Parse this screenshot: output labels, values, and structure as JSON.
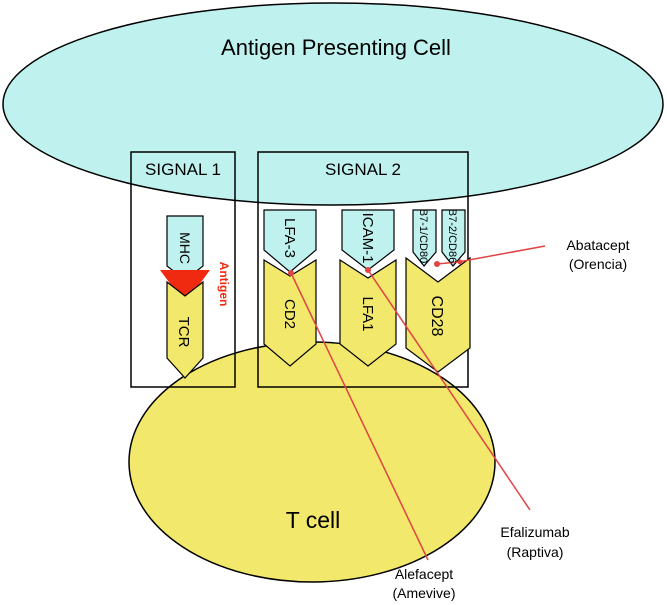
{
  "colors": {
    "apc_fill": "#bff2ef",
    "tcell_fill": "#f2e86b",
    "receptor_fill": "#f2e86b",
    "ligand_fill": "#bff2ef",
    "antigen": "#f02a10",
    "drug_line": "#e04444",
    "outline": "#000000"
  },
  "cells": {
    "apc_label": "Antigen Presenting Cell",
    "tcell_label": "T cell"
  },
  "signals": {
    "signal1_label": "SIGNAL 1",
    "signal2_label": "SIGNAL 2"
  },
  "molecules": {
    "mhc": "MHC",
    "tcr": "TCR",
    "antigen": "Antigen",
    "lfa3": "LFA-3",
    "cd2": "CD2",
    "icam1": "ICAM-1",
    "lfa1": "LFA1",
    "b71": "B7-1/CD80",
    "b72": "B7-2/CD86",
    "cd28": "CD28"
  },
  "drugs": {
    "abatacept_name": "Abatacept",
    "abatacept_brand": "(Orencia)",
    "efalizumab_name": "Efalizumab",
    "efalizumab_brand": "(Raptiva)",
    "alefacept_name": "Alefacept",
    "alefacept_brand": "(Amevive)"
  }
}
